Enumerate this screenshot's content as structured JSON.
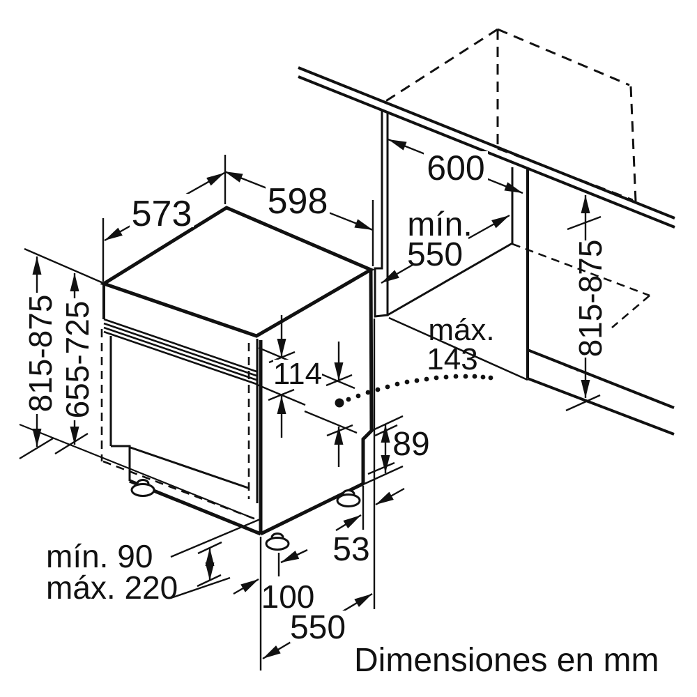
{
  "title": "Dimensiones en mm",
  "labels": {
    "top_depth": "573",
    "top_width": "598",
    "niche_width": "600",
    "niche_depth_min_label": "mín.",
    "niche_depth_min_value": "550",
    "height_total_left": "815-875",
    "door_height_left": "655-725",
    "control_panel_height": "114",
    "max_clearance_label": "máx.",
    "max_clearance_value": "143",
    "notch_height": "89",
    "rear_foot_offset": "53",
    "plinth_min": "mín. 90",
    "plinth_max": "máx. 220",
    "front_foot_offset": "100",
    "base_depth": "550",
    "niche_height_right": "815-875"
  }
}
